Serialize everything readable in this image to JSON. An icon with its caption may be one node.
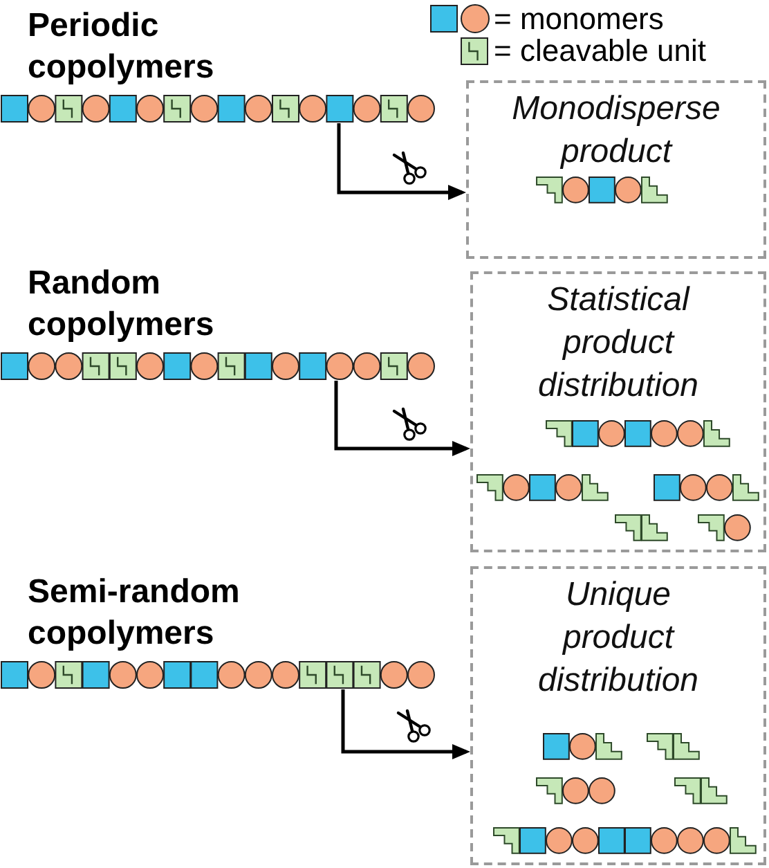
{
  "diagram": {
    "nodes": [
      {
        "text": [],
        "shape": "picture",
        "beside": [
          "Periodic copolymers"
        ]
      },
      {
        "text": [
          "Monodisperse product"
        ]
      },
      {
        "text": [],
        "shape": "picture",
        "beside": [
          "Random copolymers"
        ]
      },
      {
        "text": [
          "Statistical product distribution"
        ]
      },
      {
        "text": [],
        "shape": "picture",
        "beside": [
          "Semi-random copolymers"
        ]
      },
      {
        "text": [
          "Unique product distribution"
        ]
      }
    ],
    "edges": [
      {
        "from": 0,
        "to": 1,
        "arrow": "to"
      },
      {
        "from": 2,
        "to": 3,
        "arrow": "to"
      },
      {
        "from": 4,
        "to": 5,
        "arrow": "to"
      }
    ],
    "legend": [
      {
        "text": "= monomers"
      },
      {
        "text": "= cleavable unit"
      }
    ]
  }
}
